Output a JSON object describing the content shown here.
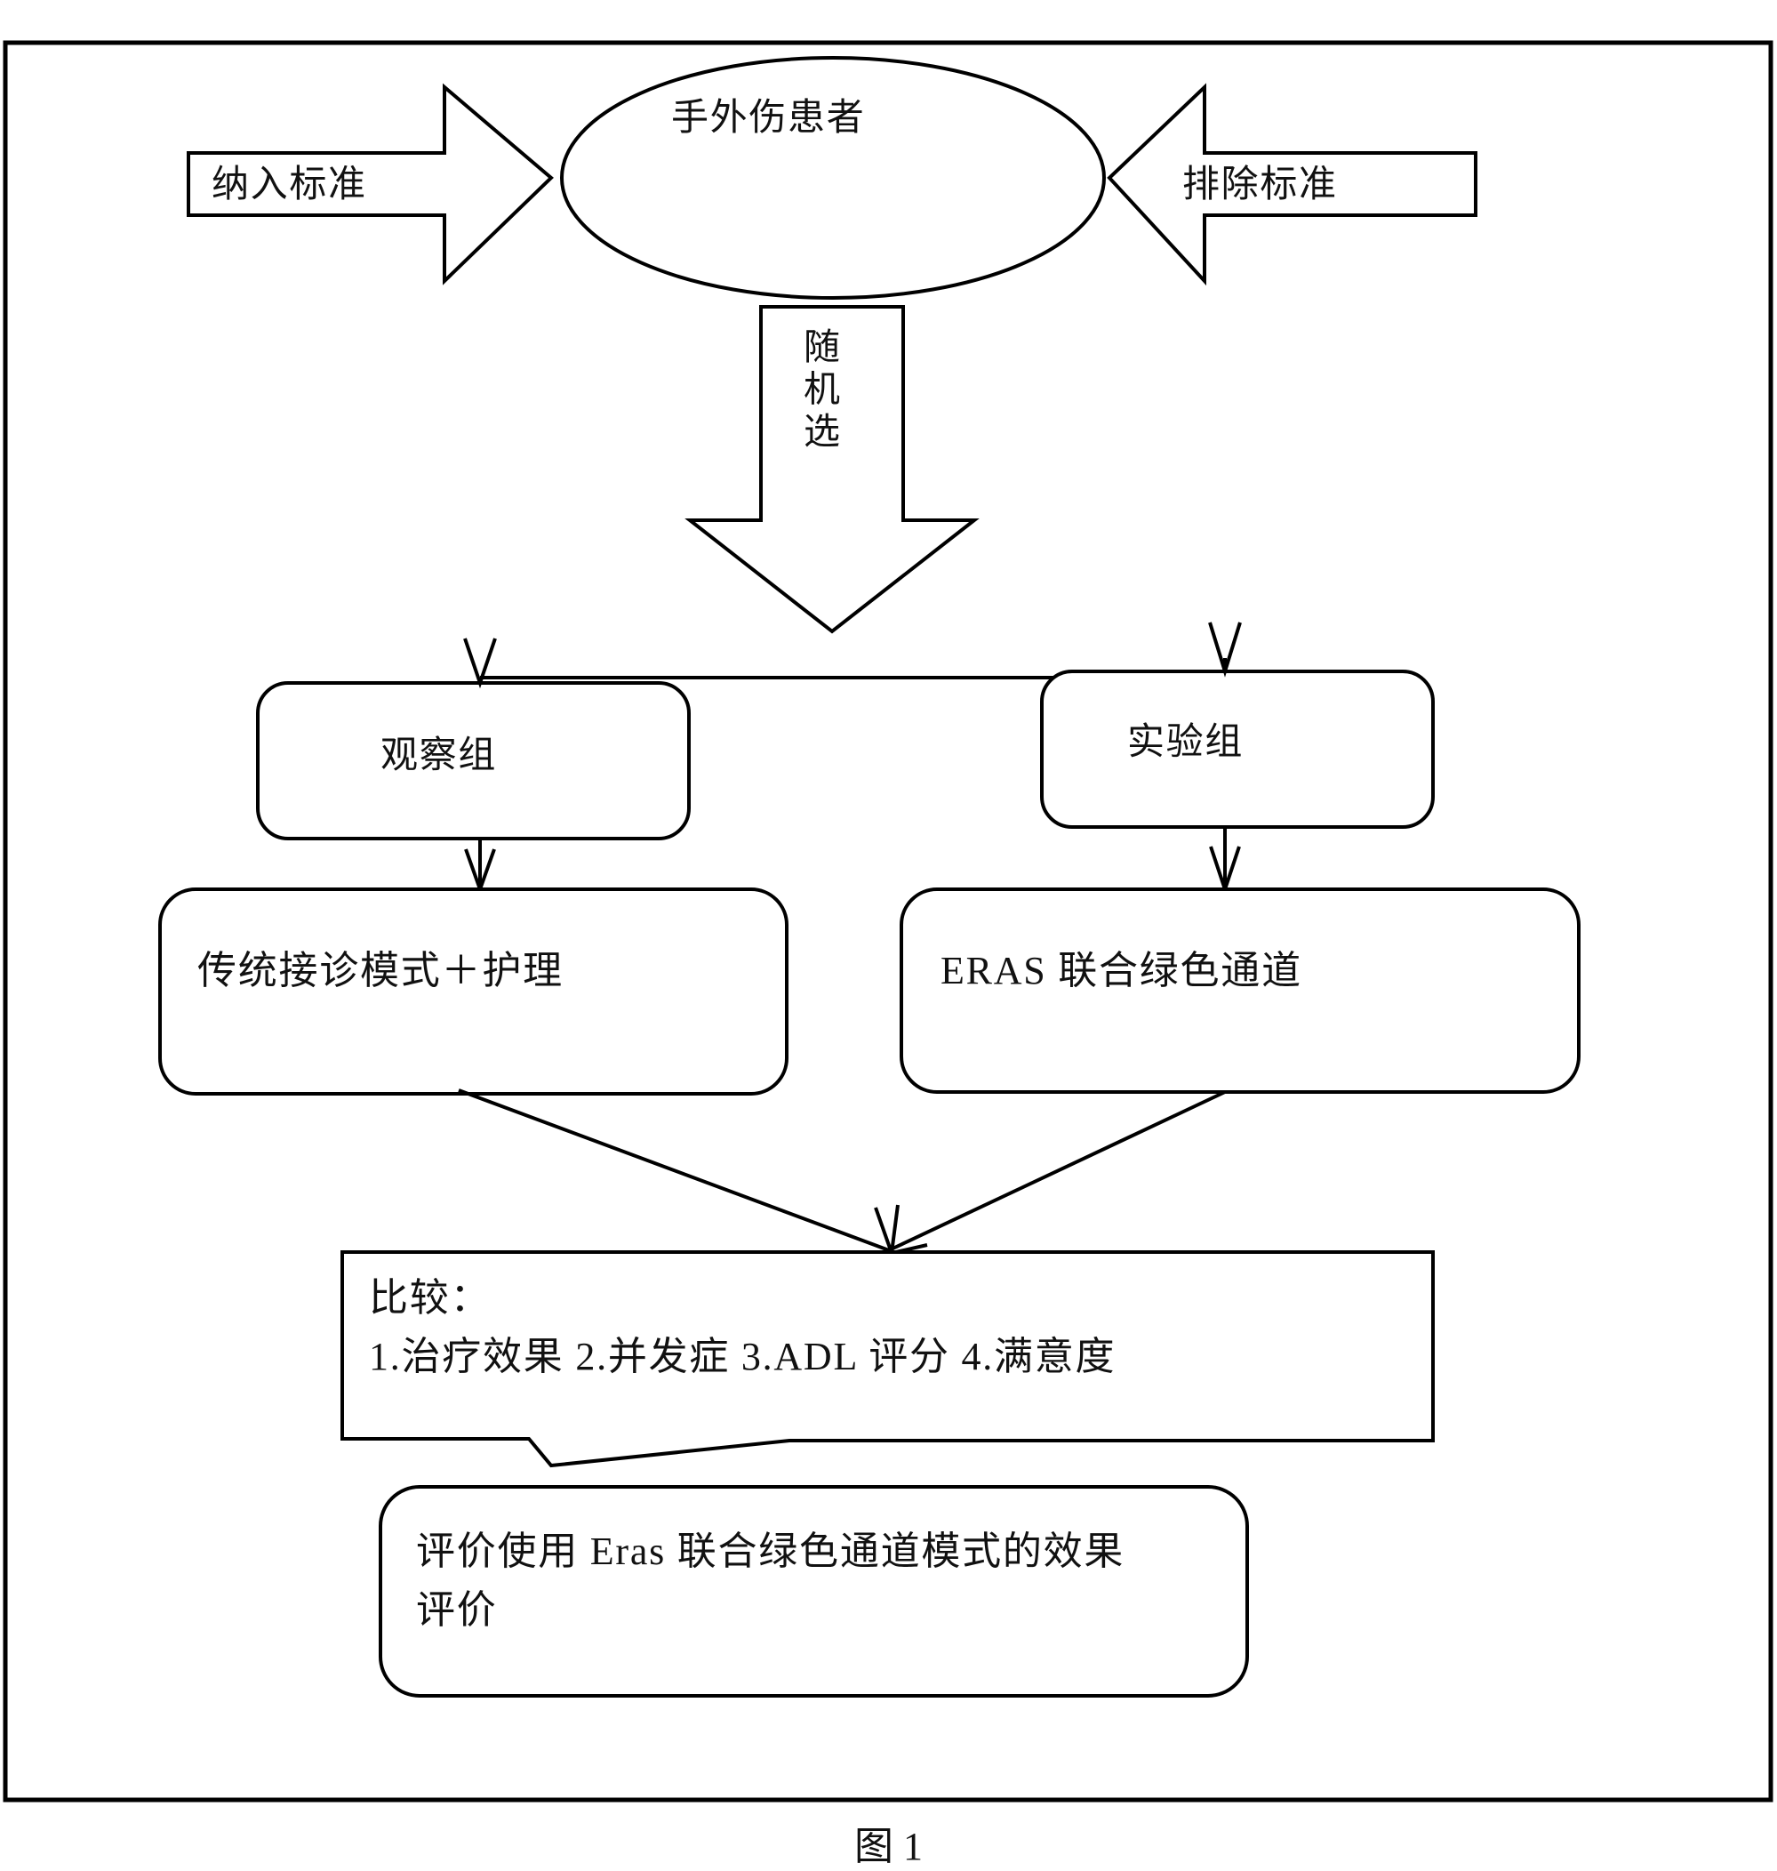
{
  "figure": {
    "caption": "图 1",
    "frame_color": "#000000",
    "background_color": "#ffffff"
  },
  "nodes": {
    "population": {
      "label": "手外伤患者",
      "shape": "ellipse"
    },
    "inclusion_arrow": {
      "label": "纳入标准",
      "shape": "right-arrow",
      "direction": "right"
    },
    "exclusion_arrow": {
      "label": "排除标准",
      "shape": "left-arrow",
      "direction": "left"
    },
    "randomize_arrow": {
      "label": "随机选",
      "shape": "down-arrow",
      "direction": "down",
      "text_orientation": "vertical"
    },
    "group_control": {
      "label": "观察组",
      "shape": "rounded-rect"
    },
    "group_experimental": {
      "label": "实验组",
      "shape": "rounded-rect"
    },
    "intervention_control": {
      "label": "传统接诊模式＋护理",
      "shape": "rounded-rect"
    },
    "intervention_experimental": {
      "label": "ERAS 联合绿色通道",
      "shape": "rounded-rect"
    },
    "comparison": {
      "shape": "callout",
      "heading": "比较：",
      "items_line": "1.治疗效果 2.并发症 3.ADL 评分 4.满意度",
      "items": [
        "1.治疗效果",
        "2.并发症",
        "3.ADL 评分",
        "4.满意度"
      ]
    },
    "conclusion": {
      "label": "评价使用 Eras 联合绿色通道模式的效果\n评价",
      "shape": "rounded-rect"
    }
  },
  "edges": [
    {
      "from": "inclusion_arrow",
      "to": "population",
      "style": "block-arrow"
    },
    {
      "from": "exclusion_arrow",
      "to": "population",
      "style": "block-arrow"
    },
    {
      "from": "population",
      "to": "randomize_arrow",
      "style": "block-arrow"
    },
    {
      "from": "randomize_arrow",
      "to": "group_control",
      "style": "elbow-arrow"
    },
    {
      "from": "randomize_arrow",
      "to": "group_experimental",
      "style": "elbow-arrow"
    },
    {
      "from": "group_control",
      "to": "intervention_control",
      "style": "straight-arrow"
    },
    {
      "from": "group_experimental",
      "to": "intervention_experimental",
      "style": "straight-arrow"
    },
    {
      "from": "intervention_control",
      "to": "comparison",
      "style": "diagonal-arrow"
    },
    {
      "from": "intervention_experimental",
      "to": "comparison",
      "style": "diagonal-arrow"
    },
    {
      "from": "comparison",
      "to": "conclusion",
      "style": "callout-tail"
    }
  ]
}
